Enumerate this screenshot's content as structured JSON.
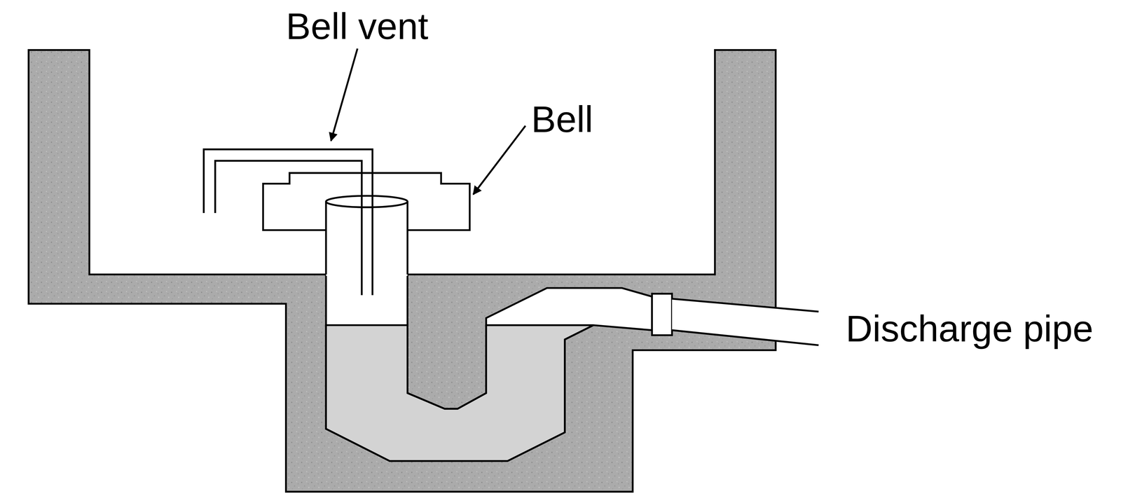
{
  "diagram": {
    "labels": [
      "Bell vent",
      "Bell",
      "Discharge pipe"
    ]
  }
}
